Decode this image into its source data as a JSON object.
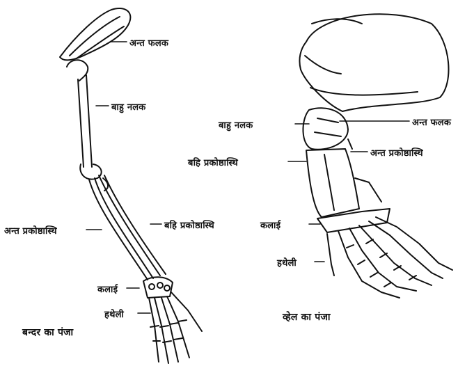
{
  "monkey": {
    "caption": "बन्दर का पंजा",
    "labels": {
      "scapula": "अन्त फलक",
      "humerus": "बाहु नलक",
      "radius": "बहि प्रकोष्ठास्थि",
      "ulna": "अन्त प्रकोष्ठास्थि",
      "wrist": "कलाई",
      "palm": "हथेली"
    }
  },
  "whale": {
    "caption": "व्हेल का पंजा",
    "labels": {
      "scapula": "अन्त फलक",
      "humerus": "बाहु नलक",
      "ulna": "अन्त प्रकोष्ठास्थि",
      "radius": "बहि प्रकोष्ठास्थि",
      "wrist": "कलाई",
      "palm": "हथेली"
    }
  },
  "colors": {
    "ink": "#111111",
    "paper": "#ffffff"
  }
}
